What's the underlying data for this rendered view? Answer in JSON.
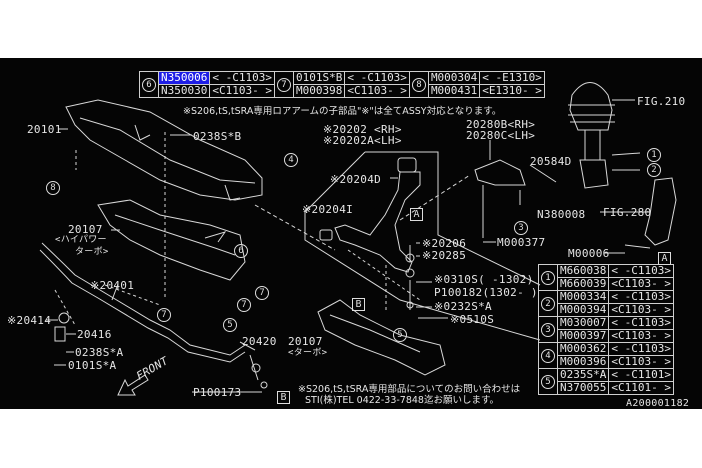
{
  "diagram_id": "A200001182",
  "top_table": [
    {
      "ref": "6",
      "rows": [
        [
          "N350006",
          "< -C1103>"
        ],
        [
          "N350030",
          "<C1103- >"
        ]
      ]
    },
    {
      "ref": "7",
      "rows": [
        [
          "0101S*B",
          "< -C1103>"
        ],
        [
          "M000398",
          "<C1103- >"
        ]
      ]
    },
    {
      "ref": "8",
      "rows": [
        [
          "M000304",
          "< -E1310>"
        ],
        [
          "M000431",
          "<E1310- >"
        ]
      ]
    }
  ],
  "right_table": [
    {
      "ref": "1",
      "rows": [
        [
          "M660038",
          "< -C1103>"
        ],
        [
          "M660039",
          "<C1103- >"
        ]
      ]
    },
    {
      "ref": "2",
      "rows": [
        [
          "M000334",
          "< -C1103>"
        ],
        [
          "M000394",
          "<C1103- >"
        ]
      ]
    },
    {
      "ref": "3",
      "rows": [
        [
          "M030007",
          "< -C1103>"
        ],
        [
          "M000397",
          "<C1103- >"
        ]
      ]
    },
    {
      "ref": "4",
      "rows": [
        [
          "M000362",
          "< -C1103>"
        ],
        [
          "M000396",
          "<C1103- >"
        ]
      ]
    },
    {
      "ref": "5",
      "rows": [
        [
          "0235S*A",
          "< -C1101>"
        ],
        [
          "N370055",
          "<C1101- >"
        ]
      ]
    }
  ],
  "notes": {
    "top": "※S206,tS,tSRA専用ロアアームの子部品\"※\"は全てASSY対応となります。",
    "bottom1": "※S206,tS,tSRA専用部品についてのお問い合わせは",
    "bottom2": "STI(株)TEL 0422-33-7848迄お願いします。"
  },
  "labels": {
    "p20101": "20101",
    "p0238SB": "0238S*B",
    "p20107a": "20107",
    "p20107a_sub1": "<ハイパワー",
    "p20107a_sub2": "ターボ>",
    "p20202": "※20202 <RH>",
    "p20202A": "※20202A<LH>",
    "p20280B": "20280B<RH>",
    "p20280C": "20280C<LH>",
    "p20204D": "※20204D",
    "p20204I": "※20204I",
    "p20584D": "20584D",
    "pN380008": "N380008",
    "fig210": "FIG.210",
    "fig280": "FIG.280",
    "pM00006": "M00006",
    "p20206": "※20206",
    "p20285": "※20285",
    "pM000377": "M000377",
    "p0310S": "※0310S( -1302)",
    "pP100182": "P100182(1302- )",
    "p0232SA": "※0232S*A",
    "p0510S": "※0510S",
    "p20401": "※20401",
    "p20414": "※20414",
    "p20416": "20416",
    "p0238SA": "0238S*A",
    "p0101SA": "0101S*A",
    "front": "FRONT",
    "p20420": "20420",
    "p20107b": "20107",
    "p20107b_sub": "<ターボ>",
    "pP100173": "P100173"
  },
  "callouts": {
    "c1": "1",
    "c2": "2",
    "c3": "3",
    "c4": "4",
    "c5": "5",
    "c6": "6",
    "c7": "7",
    "c8": "8",
    "A": "A",
    "B": "B"
  }
}
